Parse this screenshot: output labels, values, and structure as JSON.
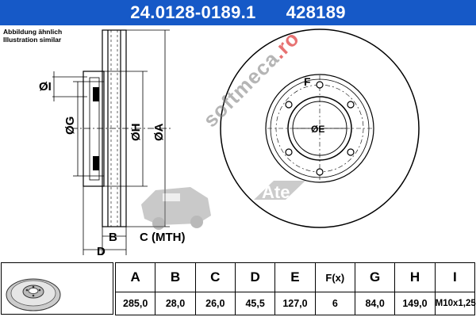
{
  "header": {
    "part_number": "24.0128-0189.1",
    "short_number": "428189",
    "background_color": "#1659c7"
  },
  "note": {
    "line1": "Abbildung ähnlich",
    "line2": "Illustration similar"
  },
  "drawing_labels": {
    "dia_i": "ØI",
    "dia_g": "ØG",
    "dia_h": "ØH",
    "dia_a": "ØA",
    "dia_e": "ØE",
    "f": "F",
    "b": "B",
    "c_mth": "C (MTH)",
    "d": "D"
  },
  "watermark": {
    "text": "softmeca",
    "suffix": ".ro"
  },
  "spec_table": {
    "headers": [
      "A",
      "B",
      "C",
      "D",
      "E",
      "F(x)",
      "G",
      "H",
      "I"
    ],
    "values": [
      "285,0",
      "28,0",
      "26,0",
      "45,5",
      "127,0",
      "6",
      "84,0",
      "149,0",
      "M10x1,25"
    ]
  },
  "icons": {
    "thumbnail": "brake-disc-thumbnail-icon",
    "logo": "ate-logo-icon",
    "car": "car-watermark-icon"
  }
}
